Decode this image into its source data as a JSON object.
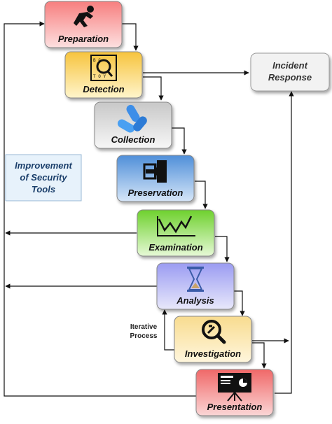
{
  "stages": [
    {
      "label": "Preparation",
      "icon": "runner-start-icon",
      "color_top": "#f77f7f",
      "color_bottom": "#fde0e0"
    },
    {
      "label": "Detection",
      "icon": "magnifier-chart-icon",
      "color_top": "#f7c43d",
      "color_bottom": "#fff5cc"
    },
    {
      "label": "Collection",
      "icon": "pills-icon",
      "color_top": "#c8c8c8",
      "color_bottom": "#f7f7f7"
    },
    {
      "label": "Preservation",
      "icon": "login-door-icon",
      "color_top": "#4f8fd9",
      "color_bottom": "#d6e6f8"
    },
    {
      "label": "Examination",
      "icon": "line-graph-icon",
      "color_top": "#6ed12d",
      "color_bottom": "#e6f9d6"
    },
    {
      "label": "Analysis",
      "icon": "hourglass-icon",
      "color_top": "#9b9cf2",
      "color_bottom": "#e8e8fb"
    },
    {
      "label": "Investigation",
      "icon": "wrench-magnifier-icon",
      "color_top": "#f8dc8f",
      "color_bottom": "#fff6dd"
    },
    {
      "label": "Presentation",
      "icon": "presentation-board-icon",
      "color_top": "#f06868",
      "color_bottom": "#fbd6d6"
    }
  ],
  "incident_response": "Incident\nResponse",
  "improvement": "Improvement\nof Security\nTools",
  "iterative_process": "Iterative\nProcess"
}
